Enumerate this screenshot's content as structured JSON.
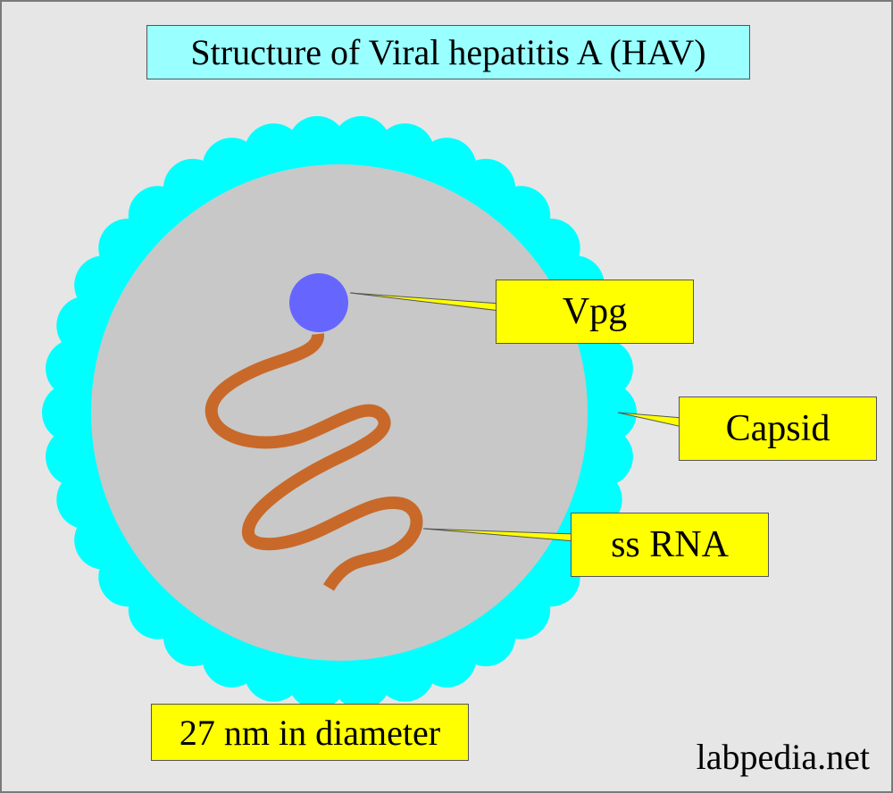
{
  "title": "Structure of Viral hepatitis A (HAV)",
  "labels": {
    "vpg": "Vpg",
    "capsid": "Capsid",
    "ss_rna": "ss RNA"
  },
  "diameter_note": "27 nm in diameter",
  "watermark": "labpedia.net",
  "colors": {
    "background": "#e6e6e6",
    "virion_interior": "#c8c8c8",
    "capsid": "#00ffff",
    "vpg": "#6666ff",
    "rna": "#c8692a",
    "title_box": "#99ffff",
    "label_box": "#ffff00"
  }
}
